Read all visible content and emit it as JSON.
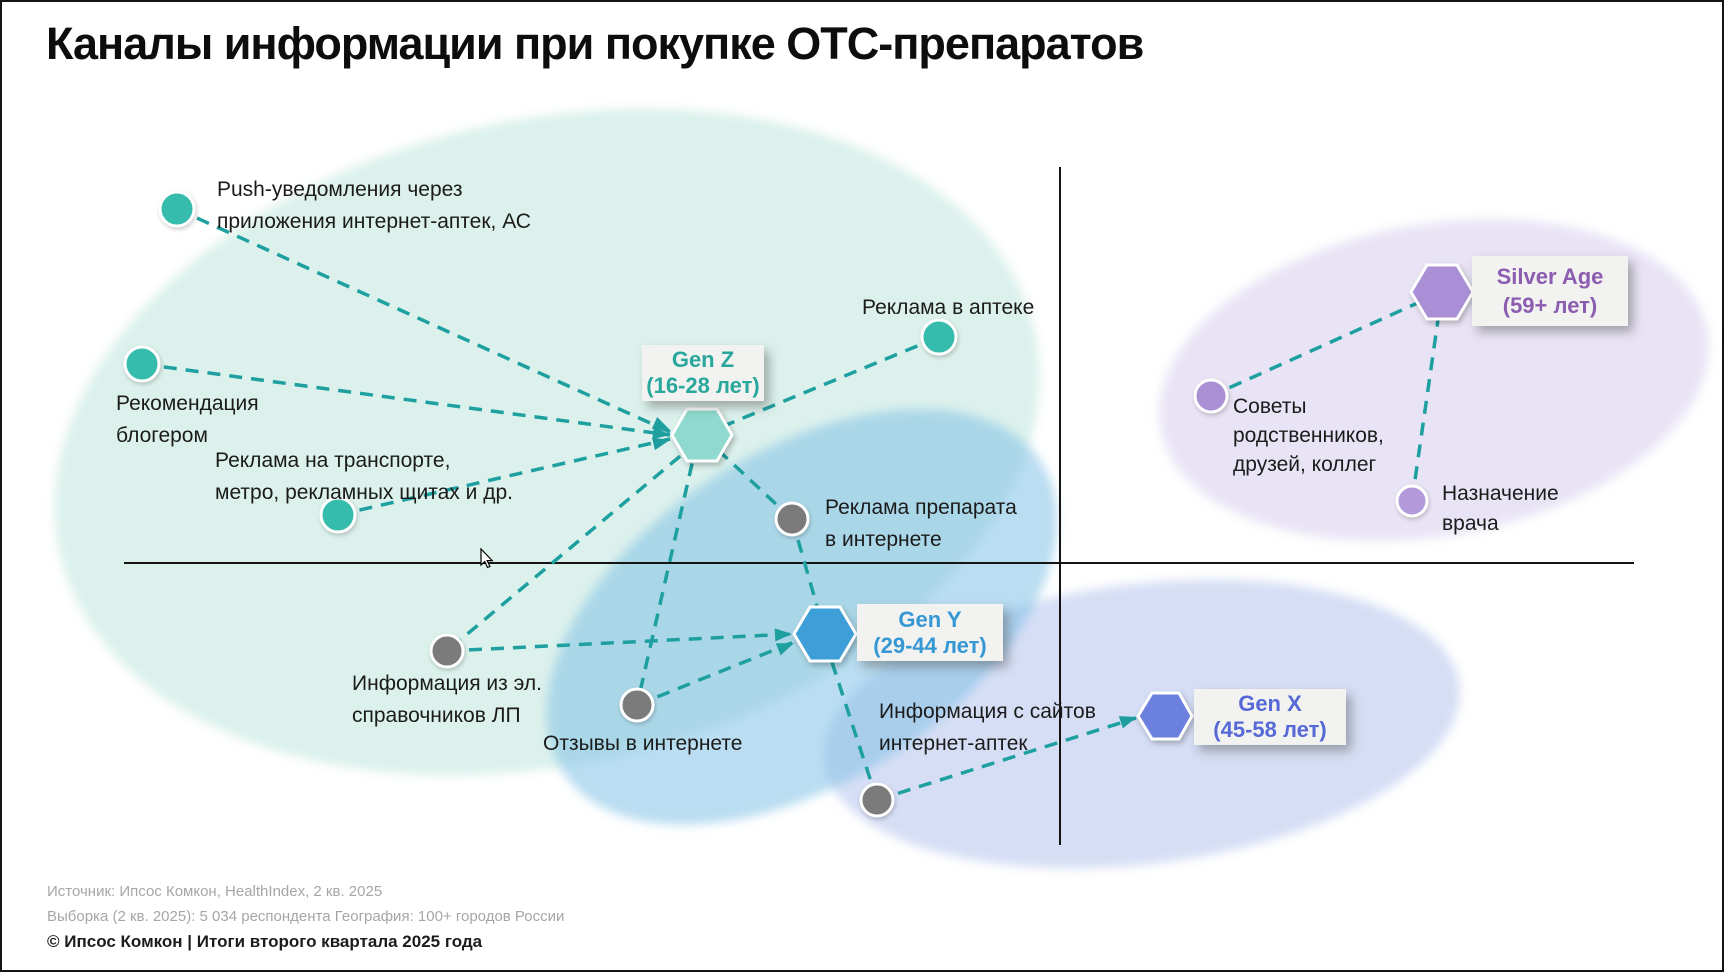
{
  "title": "Каналы информации при покупке ОТС-препаратов",
  "groups": [
    {
      "id": "gen-z",
      "name": "Gen Z",
      "age": "(16-28 лет)",
      "color": "#8fd9ce",
      "label_color": "#2aa79c"
    },
    {
      "id": "gen-y",
      "name": "Gen Y",
      "age": "(29-44 лет)",
      "color": "#3e9fd8",
      "label_color": "#3598d4"
    },
    {
      "id": "gen-x",
      "name": "Gen X",
      "age": "(45-58 лет)",
      "color": "#6c81de",
      "label_color": "#5669d6"
    },
    {
      "id": "silver-age",
      "name": "Silver Age",
      "age": "(59+ лет)",
      "color": "#a98fd6",
      "label_color": "#8c5cb0"
    }
  ],
  "nodes": [
    {
      "id": "push-notifications",
      "color": "#35bcac",
      "lines": [
        "Push-уведомления через",
        "приложения интернет-аптек, АС"
      ]
    },
    {
      "id": "blogger-recommendation",
      "color": "#35bcac",
      "lines": [
        "Рекомендация",
        "блогером"
      ]
    },
    {
      "id": "transport-ads",
      "color": "#35bcac",
      "lines": [
        "Реклама на транспорте,",
        "метро, рекламных щитах и др."
      ]
    },
    {
      "id": "pharmacy-ads",
      "color": "#35bcac",
      "lines": [
        "Реклама в аптеке"
      ]
    },
    {
      "id": "drug-ads-internet",
      "color": "#7b7b7b",
      "lines": [
        "Реклама препарата",
        "в интернете"
      ]
    },
    {
      "id": "e-directories",
      "color": "#7b7b7b",
      "lines": [
        "Информация из эл.",
        "справочников ЛП"
      ]
    },
    {
      "id": "online-reviews",
      "color": "#7b7b7b",
      "lines": [
        "Отзывы в интернете"
      ]
    },
    {
      "id": "online-pharmacy-sites",
      "color": "#7b7b7b",
      "lines": [
        "Информация с сайтов",
        "интернет-аптек"
      ]
    },
    {
      "id": "advice-relatives",
      "color": "#a98fd4",
      "lines": [
        "Советы",
        "родственников,",
        "друзей, коллег"
      ]
    },
    {
      "id": "doctor-prescription",
      "color": "#b29adb",
      "lines": [
        "Назначение",
        "врача"
      ]
    }
  ],
  "connections": [
    {
      "from": "push-notifications",
      "to": "gen-z",
      "arrow": true
    },
    {
      "from": "blogger-recommendation",
      "to": "gen-z",
      "arrow": true
    },
    {
      "from": "transport-ads",
      "to": "gen-z",
      "arrow": true
    },
    {
      "from": "gen-z",
      "to": "pharmacy-ads",
      "arrow": false
    },
    {
      "from": "gen-z",
      "to": "drug-ads-internet",
      "arrow": false
    },
    {
      "from": "gen-z",
      "to": "online-reviews",
      "arrow": false
    },
    {
      "from": "gen-z",
      "to": "e-directories",
      "arrow": false
    },
    {
      "from": "e-directories",
      "to": "gen-y",
      "arrow": true
    },
    {
      "from": "online-reviews",
      "to": "gen-y",
      "arrow": true
    },
    {
      "from": "drug-ads-internet",
      "to": "gen-y",
      "arrow": false
    },
    {
      "from": "online-pharmacy-sites",
      "to": "gen-y",
      "arrow": false
    },
    {
      "from": "online-pharmacy-sites",
      "to": "gen-x",
      "arrow": true
    },
    {
      "from": "silver-age",
      "to": "advice-relatives",
      "arrow": false
    },
    {
      "from": "silver-age",
      "to": "doctor-prescription",
      "arrow": false
    }
  ],
  "colors": {
    "connector_line": "#1ea0a0",
    "axis": "#141414",
    "teal_blob": "#dcf1ec",
    "geny_blob": "#82c1e5",
    "genx_blob": "#d6def5",
    "silver_blob": "#e9e4f5",
    "teal_node": "#35bcac",
    "gray_node": "#7b7b7b",
    "purple_node": "#a98fd4"
  },
  "footer": {
    "source": "Источник: Ипсос Комкон, HealthIndex, 2 кв. 2025",
    "sample": "Выборка (2 кв. 2025): 5 034 респондента География: 100+ городов России",
    "copyright": "© Ипсос Комкон | Итоги второго квартала 2025 года"
  }
}
